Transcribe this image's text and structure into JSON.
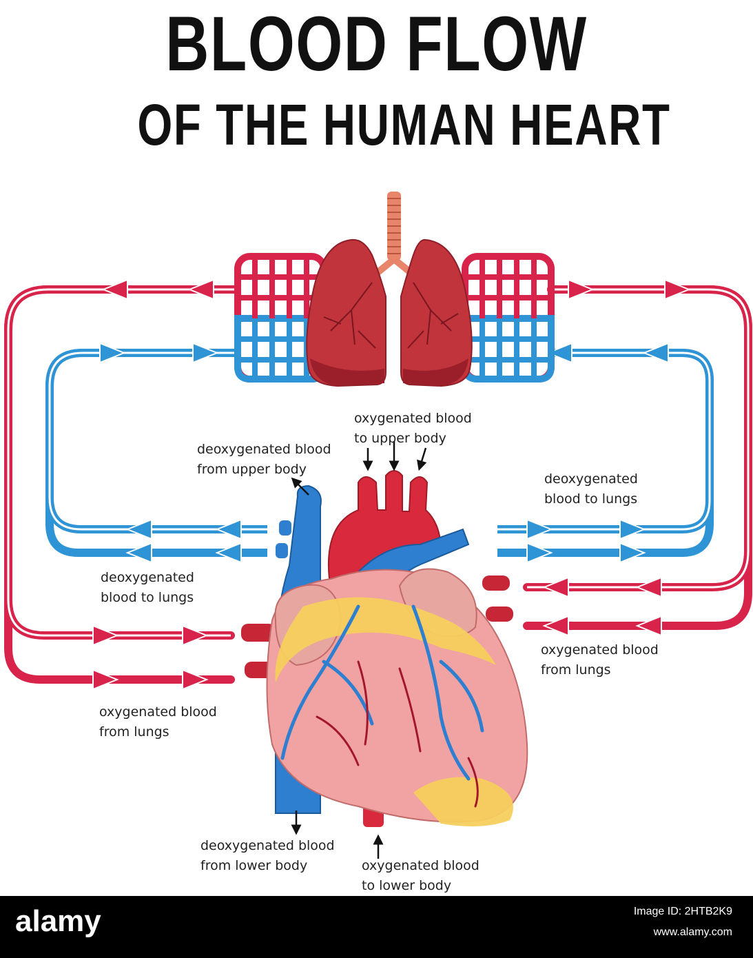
{
  "title": {
    "line1": "BLOOD FLOW",
    "line2": "OF THE HUMAN HEART"
  },
  "labels": {
    "deoxy_upper": [
      "deoxygenated blood",
      "from upper body"
    ],
    "oxy_upper": [
      "oxygenated blood",
      "to upper body"
    ],
    "deoxy_lungs_right": [
      "deoxygenated",
      "blood to lungs"
    ],
    "deoxy_lungs_left": [
      "deoxygenated",
      "blood to lungs"
    ],
    "oxy_lungs_right": [
      "oxygenated blood",
      "from lungs"
    ],
    "oxy_lungs_left": [
      "oxygenated blood",
      "from lungs"
    ],
    "deoxy_lower": [
      "deoxygenated blood",
      "from lower body"
    ],
    "oxy_lower": [
      "oxygenated blood",
      "to lower body"
    ]
  },
  "footer": {
    "logo": "alamy",
    "image_id": "Image ID: 2HTB2K9",
    "site": "www.alamy.com"
  },
  "colors": {
    "red": "#d8244a",
    "blue": "#2e94d6",
    "lung": "#c1343c",
    "heart": "#f1a2a2"
  }
}
